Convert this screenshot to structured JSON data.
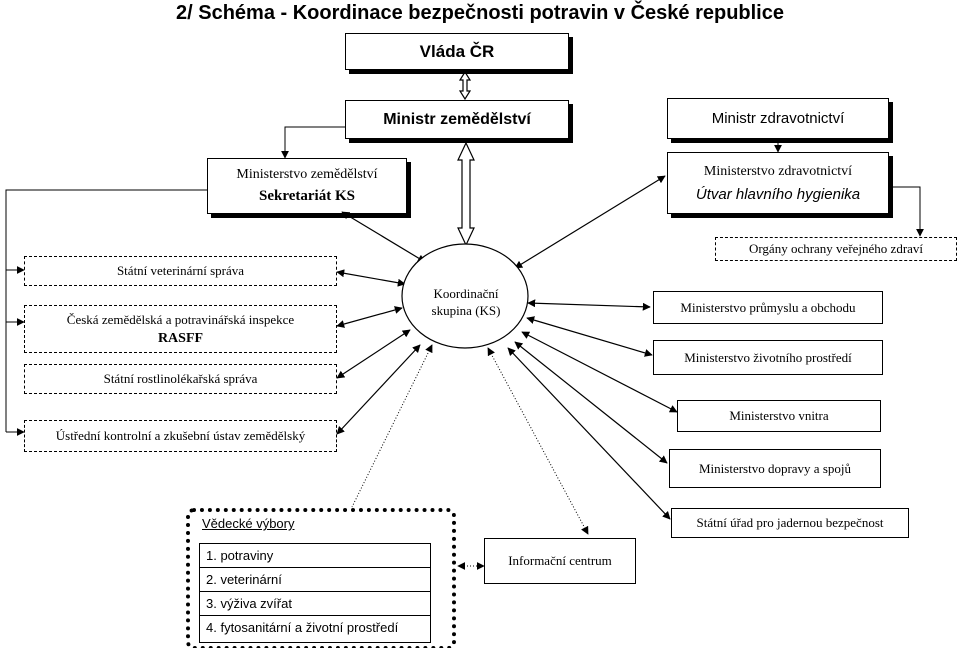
{
  "title": "2/ Schéma - Koordinace bezpečnosti potravin v České republice",
  "nodes": {
    "vlada": "Vláda ČR",
    "ministr_zemedelstvi": "Ministr zemědělství",
    "ministr_zdravotnictvi": "Ministr zdravotnictví",
    "ministerstvo_zemedelstvi": "Ministerstvo zemědělství",
    "sekretariat": "Sekretariát KS",
    "ministerstvo_zdravotnictvi": "Ministerstvo zdravotnictví",
    "utvar_hygienika": "Útvar hlavního hygienika",
    "organy_ochrany": "Orgány ochrany veřejného zdraví",
    "statni_veterinarni": "Státní veterinární správa",
    "szpi": "Česká zemědělská a potravinářská inspekce",
    "rasff": "RASFF",
    "srs": "Státní rostlinolékařská správa",
    "ukzuz": "Ústřední kontrolní a zkušební ústav zemědělský",
    "koordinacni": "Koordinační skupina (KS)",
    "mpo": "Ministerstvo průmyslu a obchodu",
    "mzp": "Ministerstvo životního prostředí",
    "mv": "Ministerstvo vnitra",
    "mdp": "Ministerstvo dopravy a spojů",
    "sujb": "Státní úřad pro jadernou bezpečnost",
    "informacni": "Informační centrum",
    "vedecke_vybory": "Vědecké výbory",
    "vybory": [
      "1.  potraviny",
      "2.  veterinární",
      "3.  výživa zvířat",
      "4.  fytosanitární  a životní prostředí"
    ]
  }
}
